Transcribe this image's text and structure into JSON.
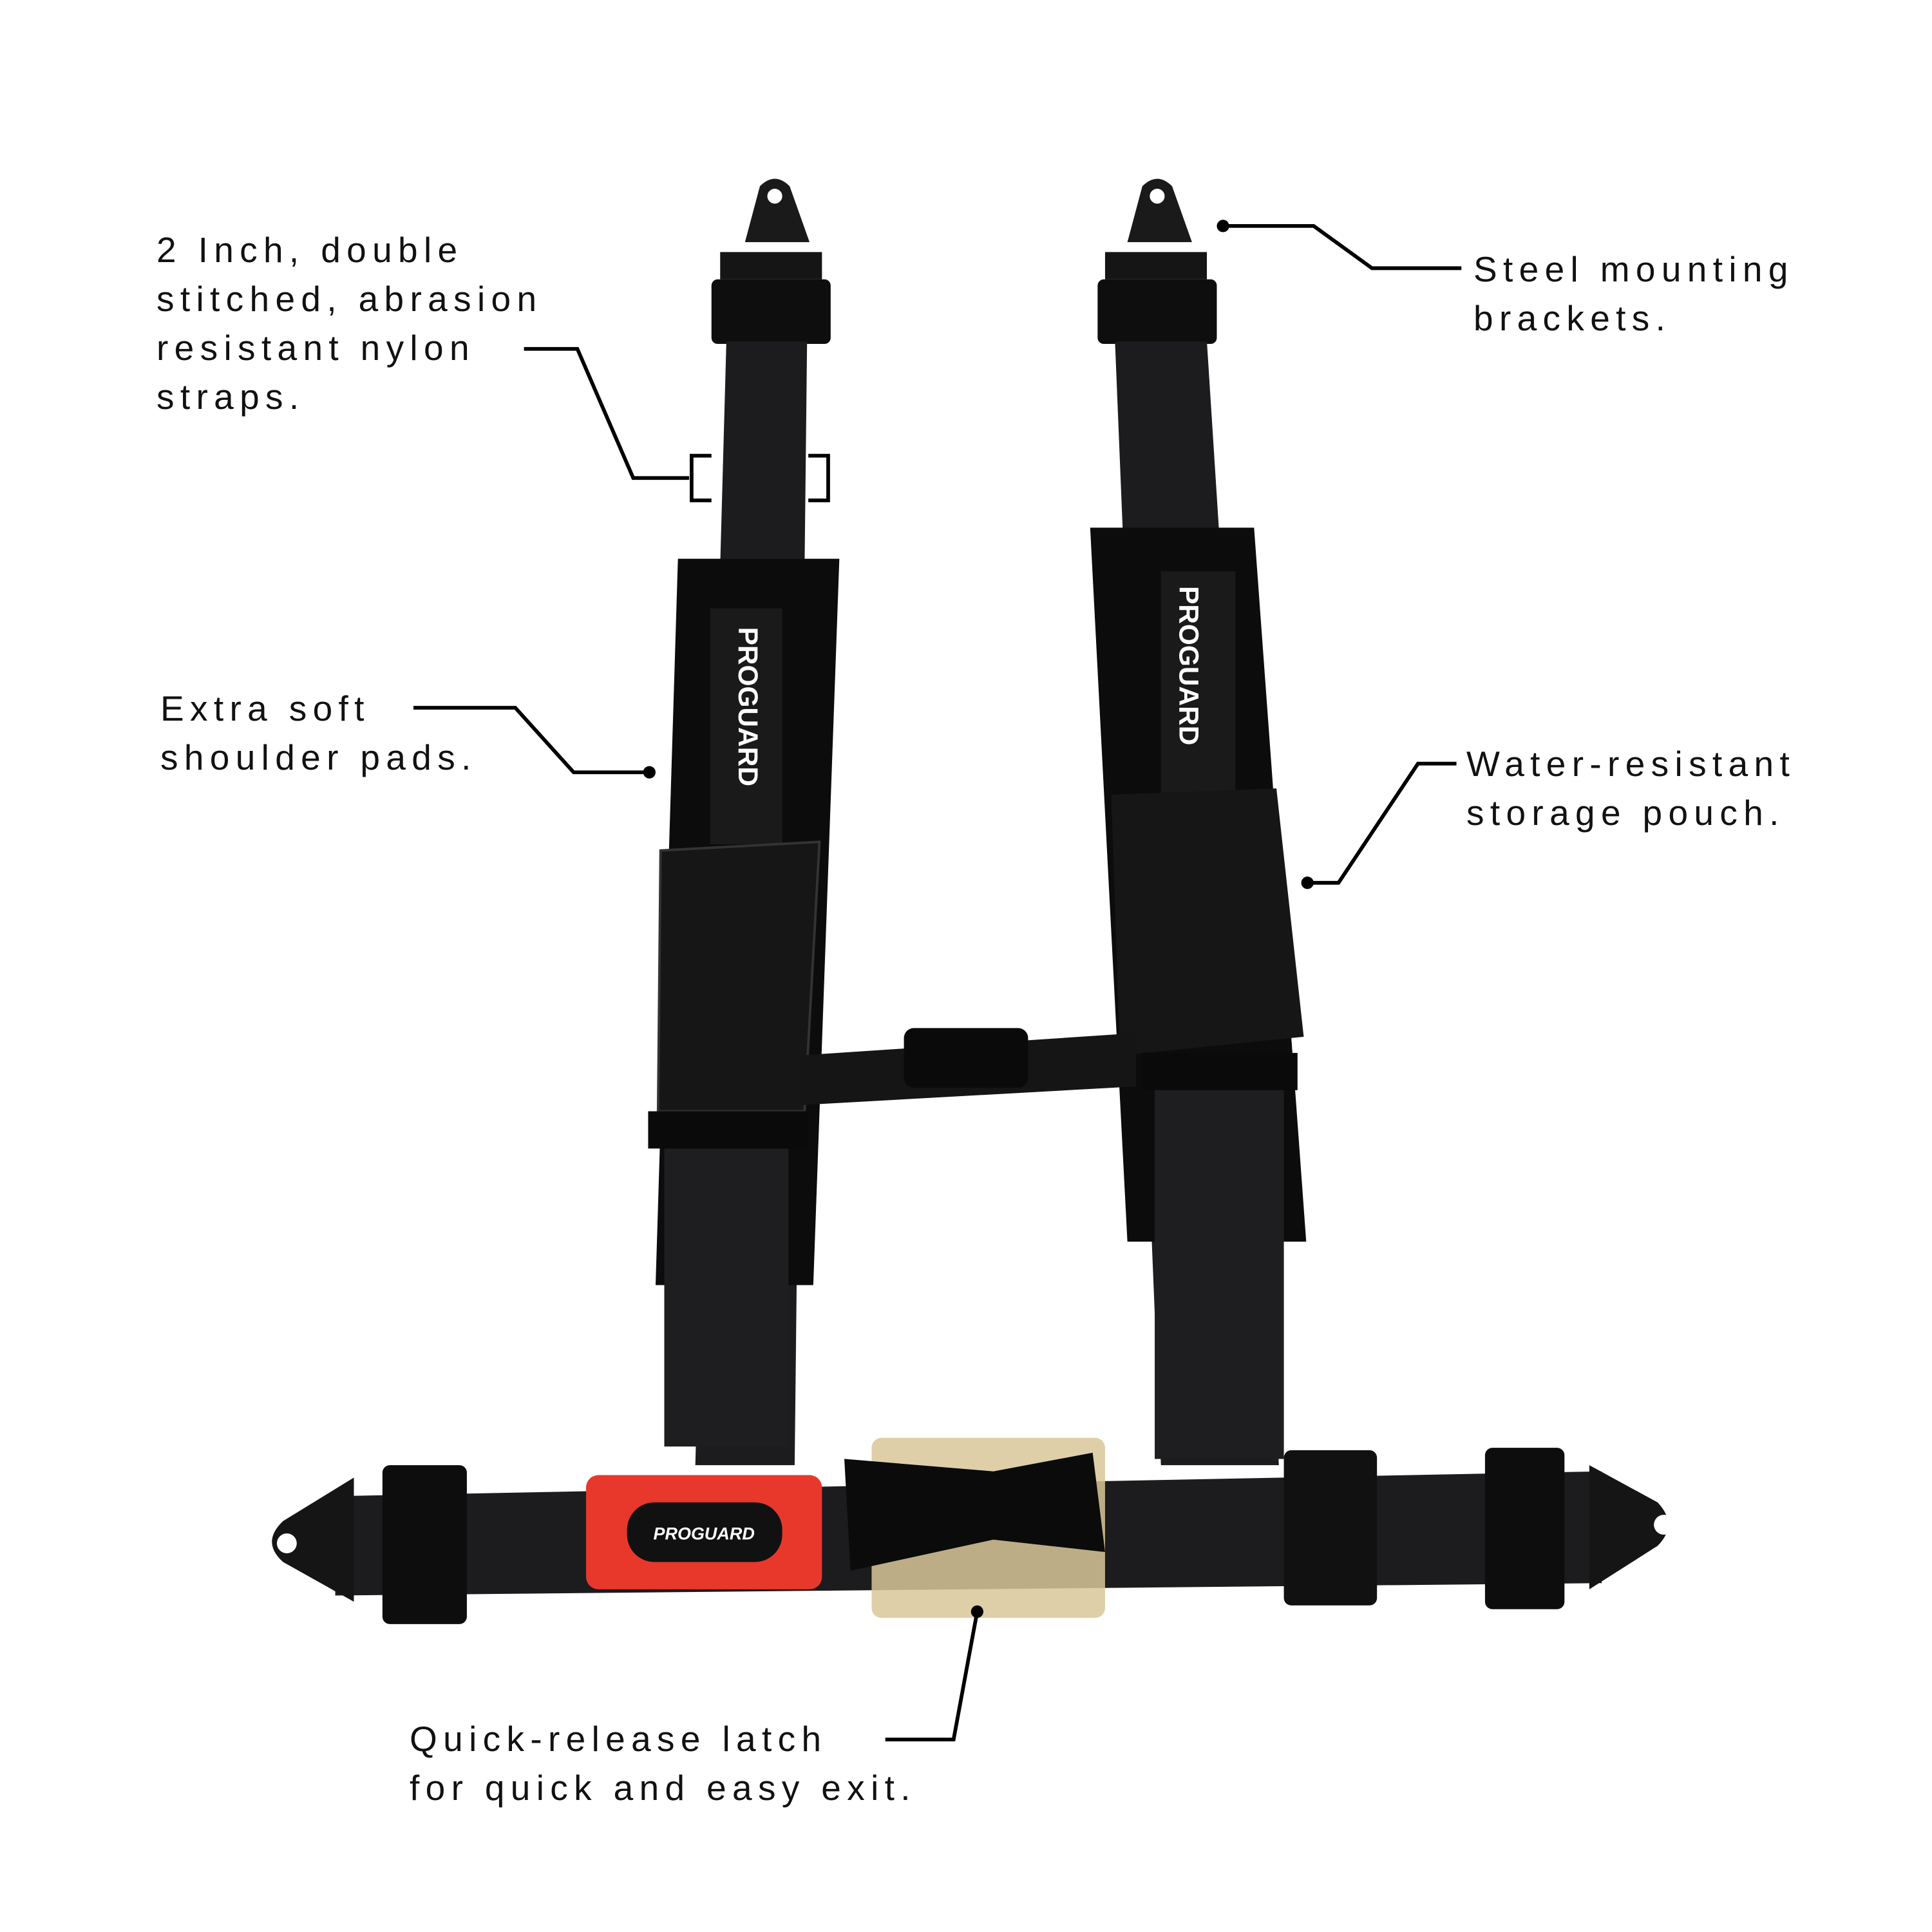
{
  "product": {
    "brand_logo_text": "PROGUARD",
    "strap_color": "#111111",
    "release_tab_color": "#e8382b",
    "pouch_color": "#d9c79a"
  },
  "callouts": [
    {
      "id": "straps",
      "lines": [
        "2 Inch, double",
        "stitched, abrasion",
        "resistant nylon",
        "straps."
      ]
    },
    {
      "id": "brackets",
      "lines": [
        "Steel mounting",
        "brackets."
      ]
    },
    {
      "id": "pads",
      "lines": [
        "Extra soft",
        "shoulder pads."
      ]
    },
    {
      "id": "pouch",
      "lines": [
        "Water-resistant",
        "storage pouch."
      ]
    },
    {
      "id": "latch",
      "lines": [
        "Quick-release latch",
        "for quick and easy exit."
      ]
    }
  ]
}
